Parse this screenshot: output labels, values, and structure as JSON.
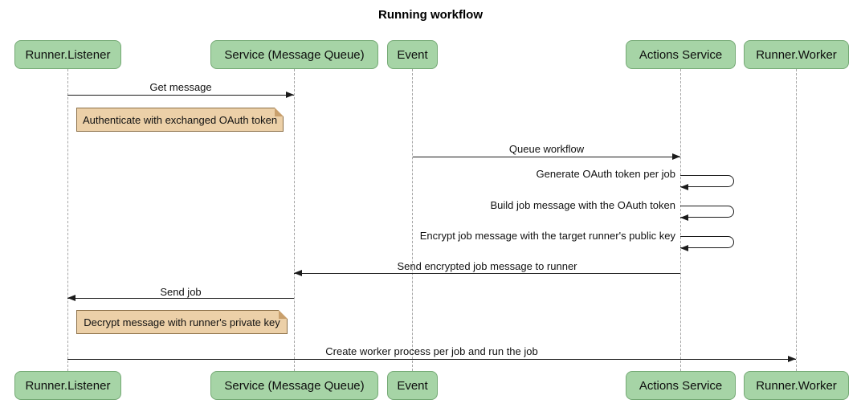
{
  "title": "Running workflow",
  "participants": [
    {
      "label": "Runner.Listener"
    },
    {
      "label": "Service (Message Queue)"
    },
    {
      "label": "Event"
    },
    {
      "label": "Actions Service"
    },
    {
      "label": "Runner.Worker"
    }
  ],
  "messages": [
    {
      "label": "Get message",
      "from": "Runner.Listener",
      "to": "Service (Message Queue)",
      "type": "arrow"
    },
    {
      "label": "Queue workflow",
      "from": "Event",
      "to": "Actions Service",
      "type": "arrow"
    },
    {
      "label": "Generate OAuth token per job",
      "from": "Actions Service",
      "to": "Actions Service",
      "type": "self"
    },
    {
      "label": "Build job message with the OAuth token",
      "from": "Actions Service",
      "to": "Actions Service",
      "type": "self"
    },
    {
      "label": "Encrypt job message with the target runner's public key",
      "from": "Actions Service",
      "to": "Actions Service",
      "type": "self"
    },
    {
      "label": "Send encrypted job message to runner",
      "from": "Actions Service",
      "to": "Service (Message Queue)",
      "type": "arrow"
    },
    {
      "label": "Send job",
      "from": "Service (Message Queue)",
      "to": "Runner.Listener",
      "type": "arrow"
    },
    {
      "label": "Create worker process per job and run the job",
      "from": "Runner.Listener",
      "to": "Runner.Worker",
      "type": "arrow"
    }
  ],
  "notes": [
    {
      "label": "Authenticate with exchanged OAuth token",
      "near": "Runner.Listener"
    },
    {
      "label": "Decrypt message with runner's private key",
      "near": "Runner.Listener"
    }
  ],
  "colors": {
    "background": "#ffffff",
    "participant_fill": "#a6d4a6",
    "participant_border": "#74a974",
    "note_fill": "#ecd0a8",
    "note_border": "#8b6f47",
    "lifeline": "#a6a6a6",
    "arrow": "#1b1b1b"
  }
}
